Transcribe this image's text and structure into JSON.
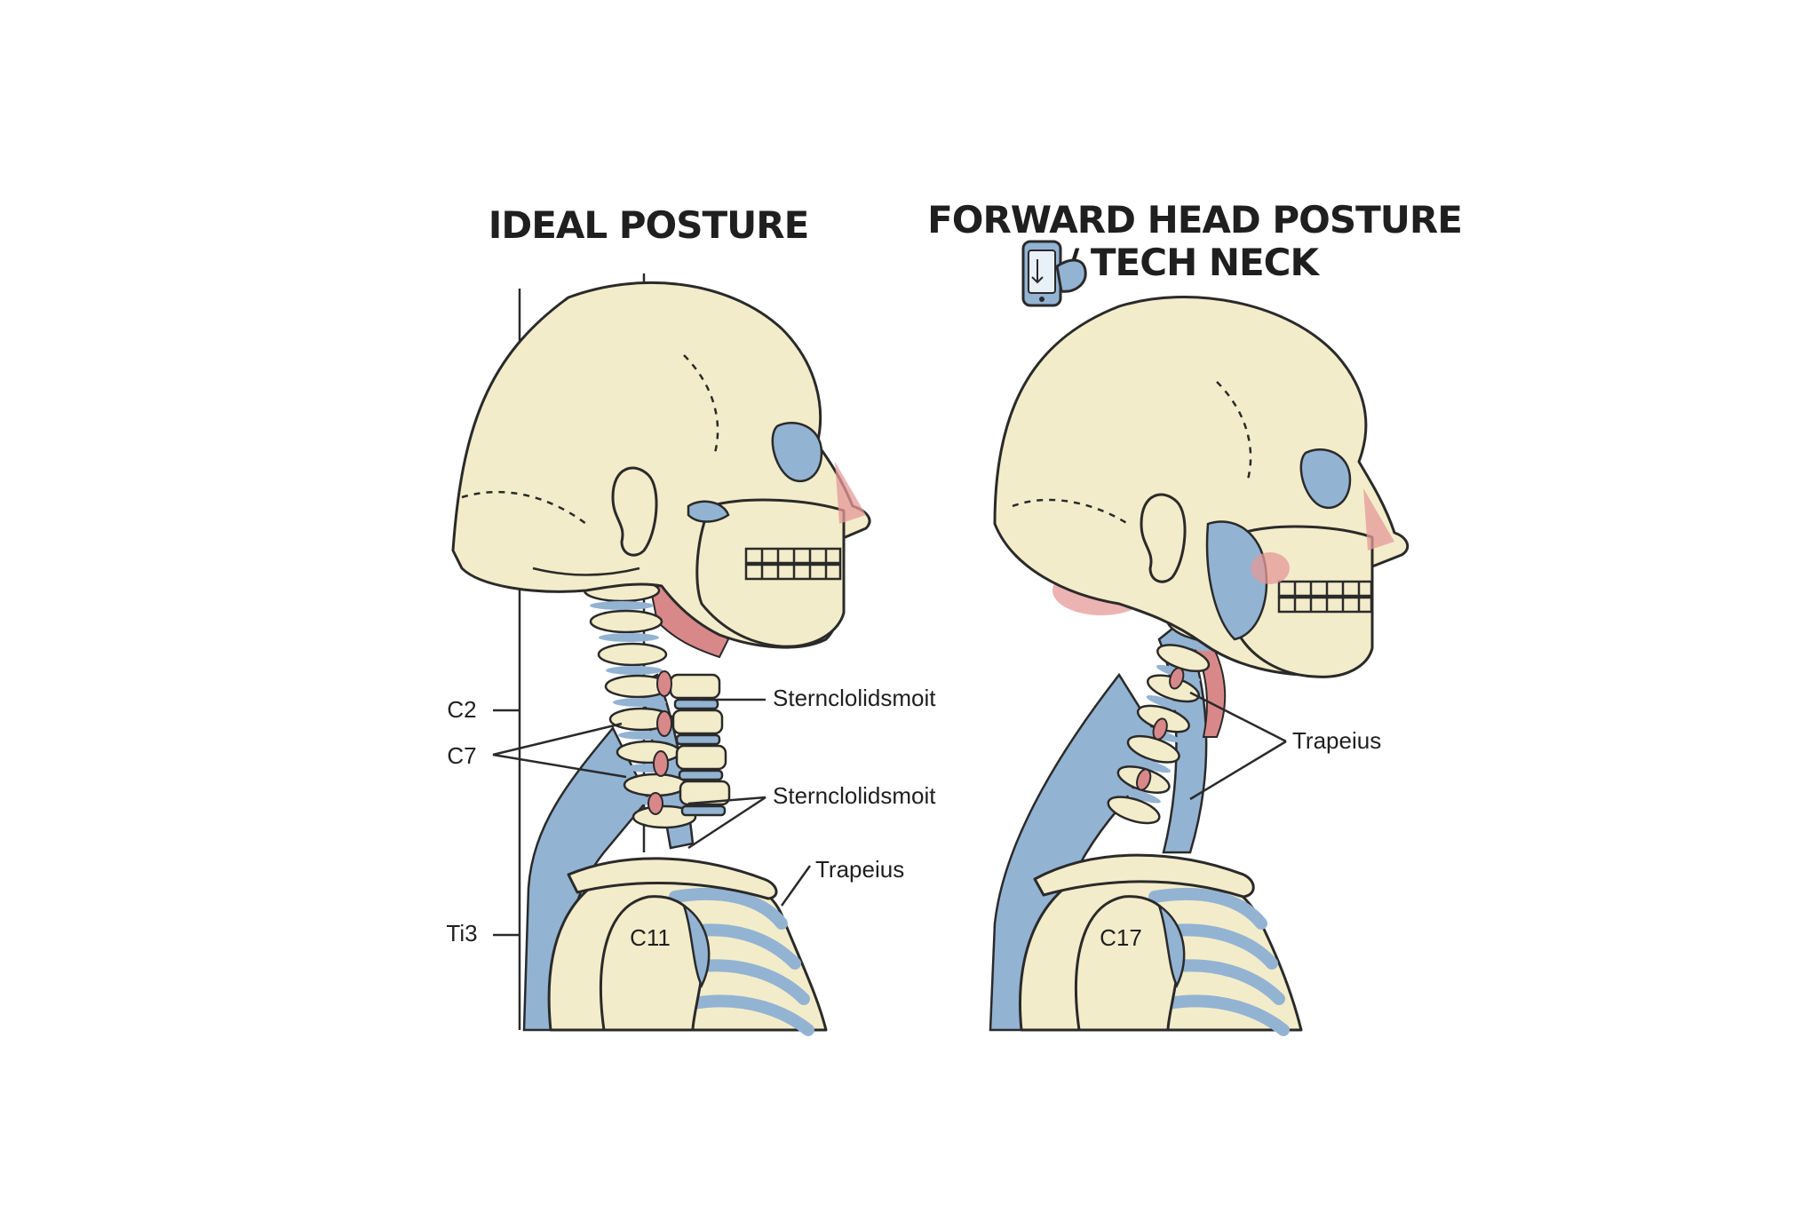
{
  "panels": {
    "ideal": {
      "title": "IDEAL POSTURE",
      "labels": {
        "c2": "C2",
        "c7": "C7",
        "t13": "Ti3",
        "c11": "C11",
        "scm_upper": "Sternclolidsmoit",
        "scm_lower": "Sternclolidsmoit",
        "trapezius": "Trapeius"
      }
    },
    "forward": {
      "title_line1": "FORWARD HEAD POSTURE",
      "title_line2": "/ TECH NECK",
      "icon": "phone-hand-icon",
      "labels": {
        "trapezius": "Trapeius",
        "c17": "C17"
      }
    }
  },
  "colors": {
    "bone": "#f3ecca",
    "muscle_blue": "#93b3d3",
    "strain_red": "#d9888a",
    "outline": "#2a2a2a"
  }
}
